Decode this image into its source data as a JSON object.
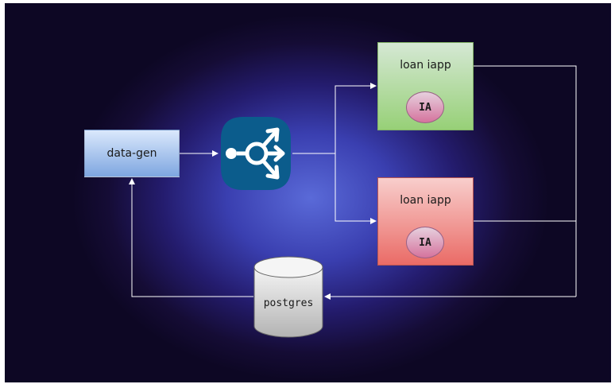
{
  "nodes": {
    "data_gen": {
      "label": "data-gen"
    },
    "loan_top": {
      "label": "loan iapp",
      "badge": "IA"
    },
    "loan_bottom": {
      "label": "loan iapp",
      "badge": "IA"
    },
    "database": {
      "label": "postgres"
    },
    "load_balancer": {
      "icon": "load-balancer-icon"
    }
  },
  "colors": {
    "background_center": "#5a6ad8",
    "background_edge": "#0d0724",
    "data_gen_fill": "#7ea6e0",
    "loan_top_fill": "#97d077",
    "loan_bottom_fill": "#ea6b66",
    "badge_fill": "#d5739d",
    "load_balancer_fill": "#0b5c8c",
    "wire": "#ffffff"
  }
}
